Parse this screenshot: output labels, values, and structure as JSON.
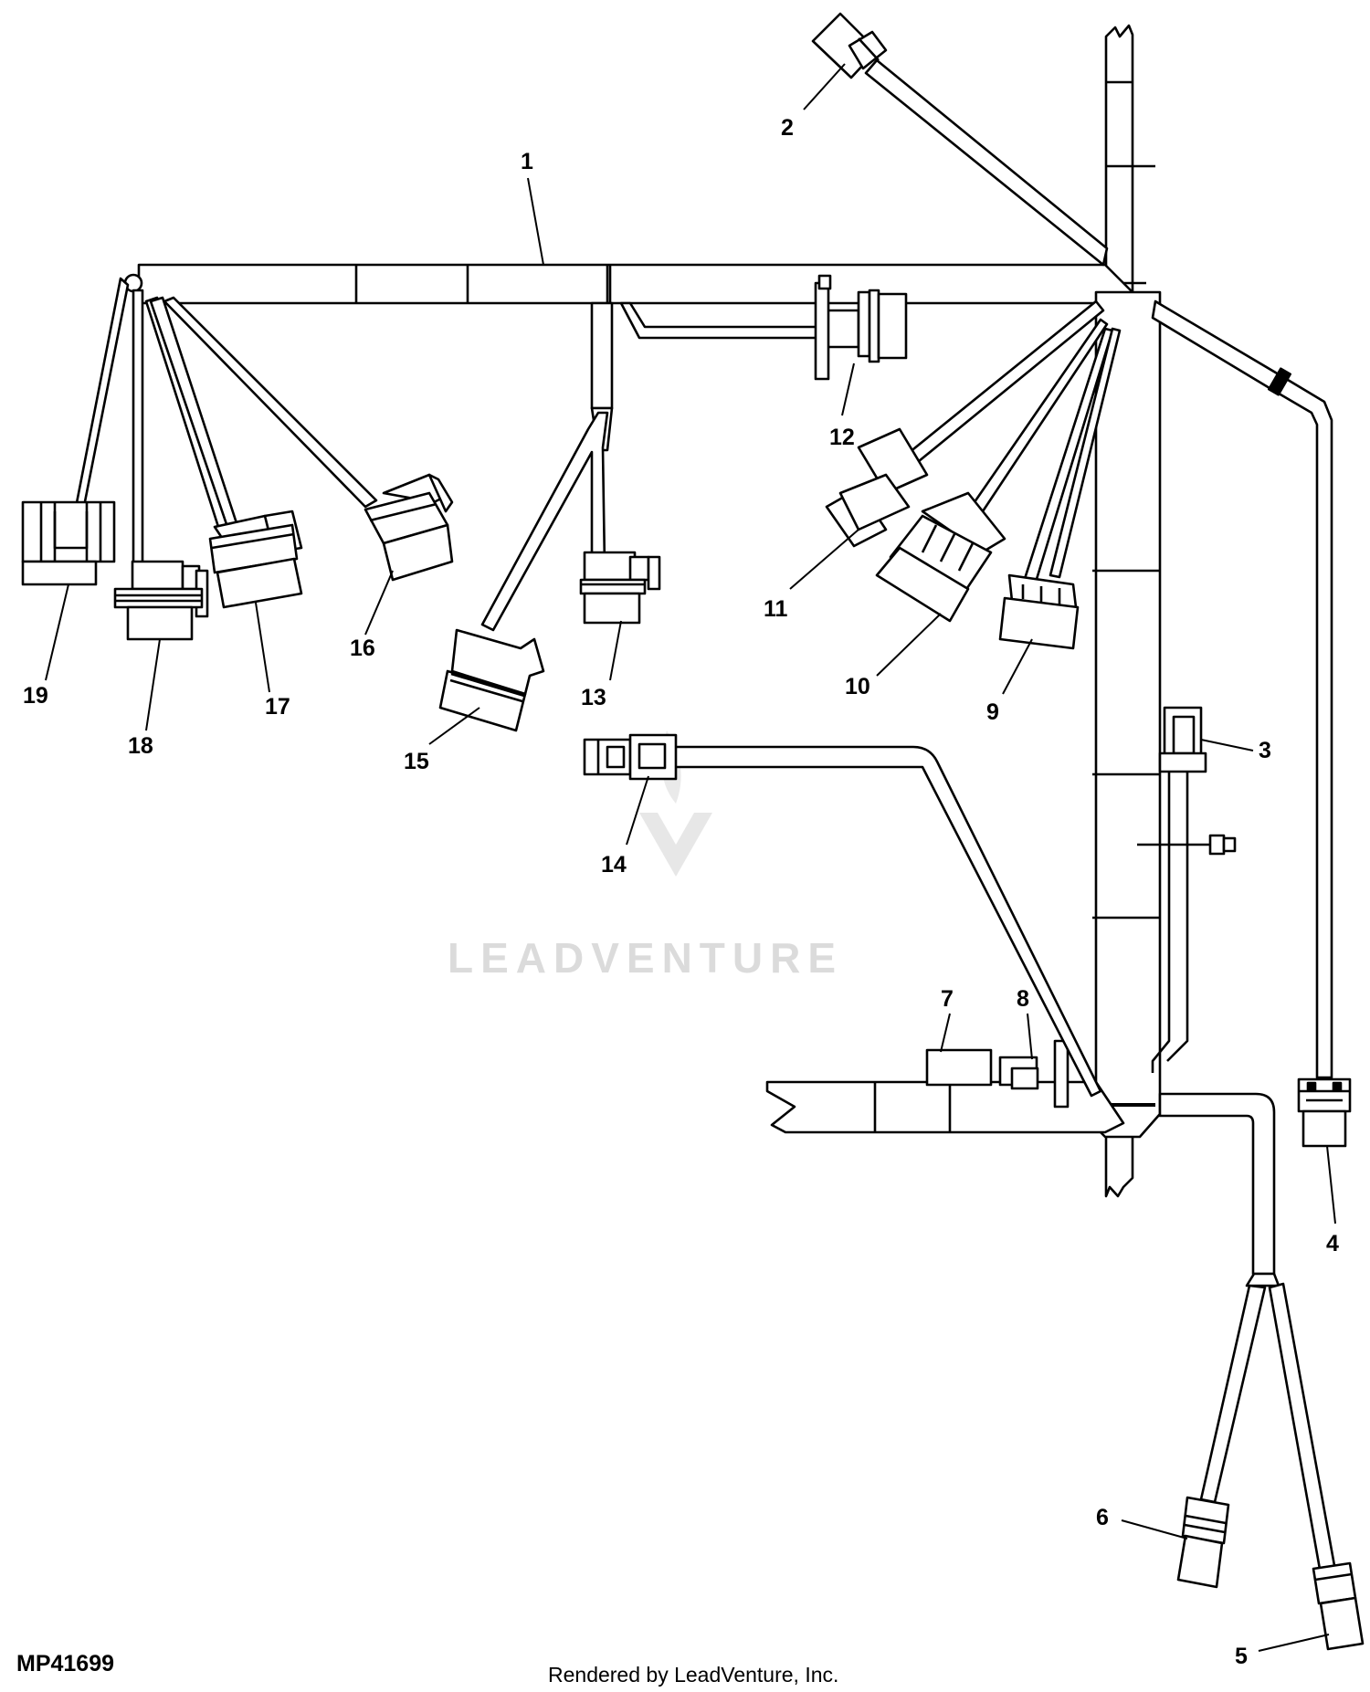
{
  "figure": {
    "id": "MP41699",
    "credit": "Rendered by LeadVenture, Inc.",
    "watermark": "LEADVENTURE"
  },
  "callouts": [
    "1",
    "2",
    "3",
    "4",
    "5",
    "6",
    "7",
    "8",
    "9",
    "10",
    "11",
    "12",
    "13",
    "14",
    "15",
    "16",
    "17",
    "18",
    "19"
  ]
}
